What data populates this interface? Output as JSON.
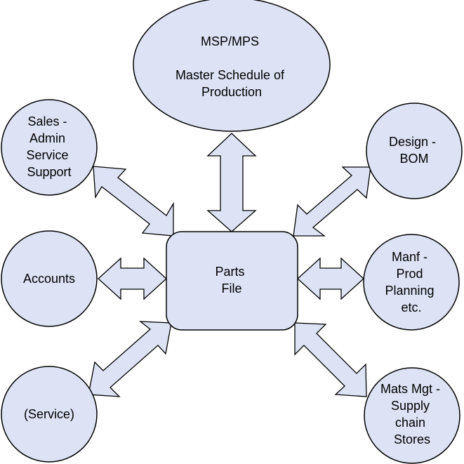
{
  "diagram": {
    "colors": {
      "fill": "#dde3f5",
      "stroke": "#000000",
      "text": "#000000"
    },
    "center": {
      "lines": [
        "Parts",
        "File"
      ]
    },
    "top": {
      "lines": [
        "MSP/MPS",
        "",
        "Master Schedule of",
        "Production"
      ]
    },
    "sales": {
      "lines": [
        "Sales -",
        "Admin",
        "Service",
        "Support"
      ]
    },
    "design": {
      "lines": [
        "Design -",
        "BOM"
      ]
    },
    "accounts": {
      "lines": [
        "Accounts"
      ]
    },
    "manf": {
      "lines": [
        "Manf -",
        "Prod",
        "Planning",
        "etc."
      ]
    },
    "service": {
      "lines": [
        "(Service)"
      ]
    },
    "mats": {
      "lines": [
        "Mats Mgt -",
        "Supply",
        "chain",
        "Stores"
      ]
    }
  }
}
